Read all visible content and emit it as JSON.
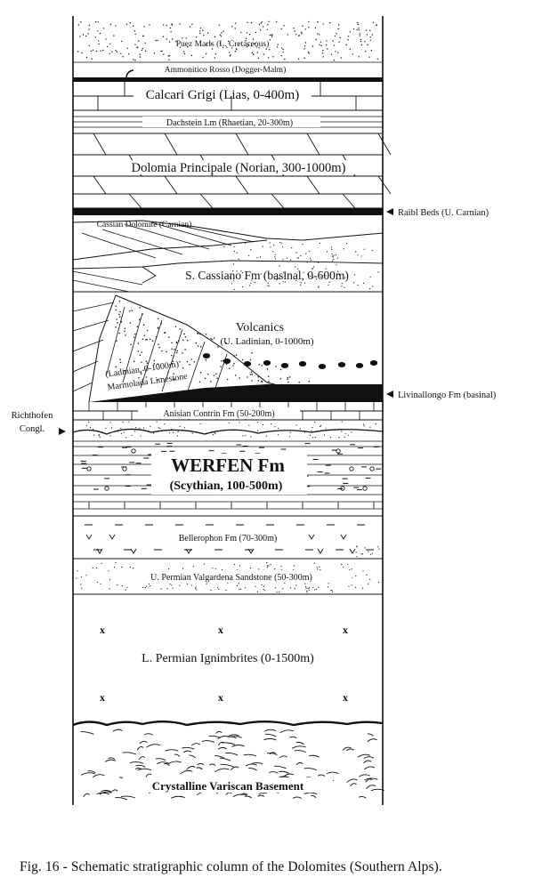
{
  "layers": {
    "puez": "Puez Marls (L. Cretaceous)",
    "ammonitico": "Ammonitico Rosso (Dogger-Malm)",
    "calcari": "Calcari Grigi (Lias, 0-400m)",
    "dachstein": "Dachstein Lm (Rhaetian, 20-300m)",
    "dolomia": "Dolomia Principale (Norian, 300-1000m)",
    "cassian_dolomite": "Cassian Dolomite (Carnian)",
    "s_cassiano": "S. Cassiano Fm (basinal, 0-600m)",
    "volcanics": "Volcanics",
    "volcanics_age": "(U. Ladinian, 0-1000m)",
    "marmolada_age": "(Ladinian, 0-1000m)",
    "marmolada": "Marmolada Limestone",
    "anisian": "Anisian Contrin Fm (50-200m)",
    "werfen": "WERFEN Fm",
    "werfen_age": "(Scythian, 100-500m)",
    "bellerophon": "Bellerophon Fm (70-300m)",
    "valgardena": "U. Permian Valgardena Sandstone (50-300m)",
    "ignimbrites": "L. Permian Ignimbrites (0-1500m)",
    "basement": "Crystalline Variscan Basement"
  },
  "side_labels": {
    "raibl": "Raibl Beds (U. Carnian)",
    "livinallongo": "Livinallongo Fm (basinal)",
    "richthofen_1": "Richthofen",
    "richthofen_2": "Congl."
  },
  "symbols": {
    "ignimbrite_mark": "x"
  },
  "caption": "Fig. 16 -  Schematic stratigraphic column of the Dolomites (Southern Alps)."
}
